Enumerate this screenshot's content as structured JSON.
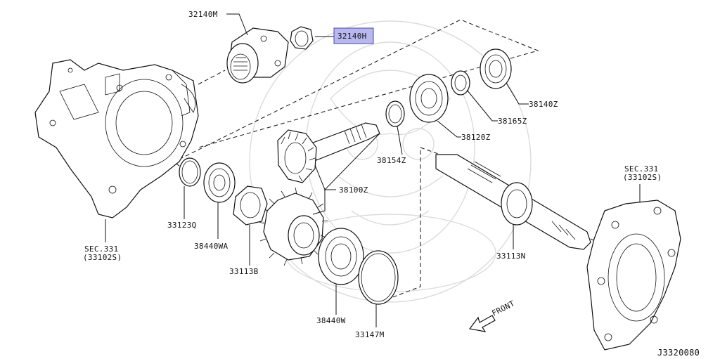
{
  "parts": {
    "p32140M": "32140M",
    "p32140H": "32140H",
    "p38140Z": "38140Z",
    "p38165Z": "38165Z",
    "p38120Z": "38120Z",
    "p38154Z": "38154Z",
    "p38100Z": "38100Z",
    "p33123Q": "33123Q",
    "p38440WA": "38440WA",
    "p33113B": "33113B",
    "p38440W": "38440W",
    "p33147M": "33147M",
    "p33113N": "33113N"
  },
  "sections": {
    "left_sec": "SEC.331",
    "left_code": "(33102S)",
    "right_sec": "SEC.331",
    "right_code": "(33102S)"
  },
  "direction_label": "FRONT",
  "diagram_code": "J3320080",
  "highlight_color": "#b8b8ee"
}
